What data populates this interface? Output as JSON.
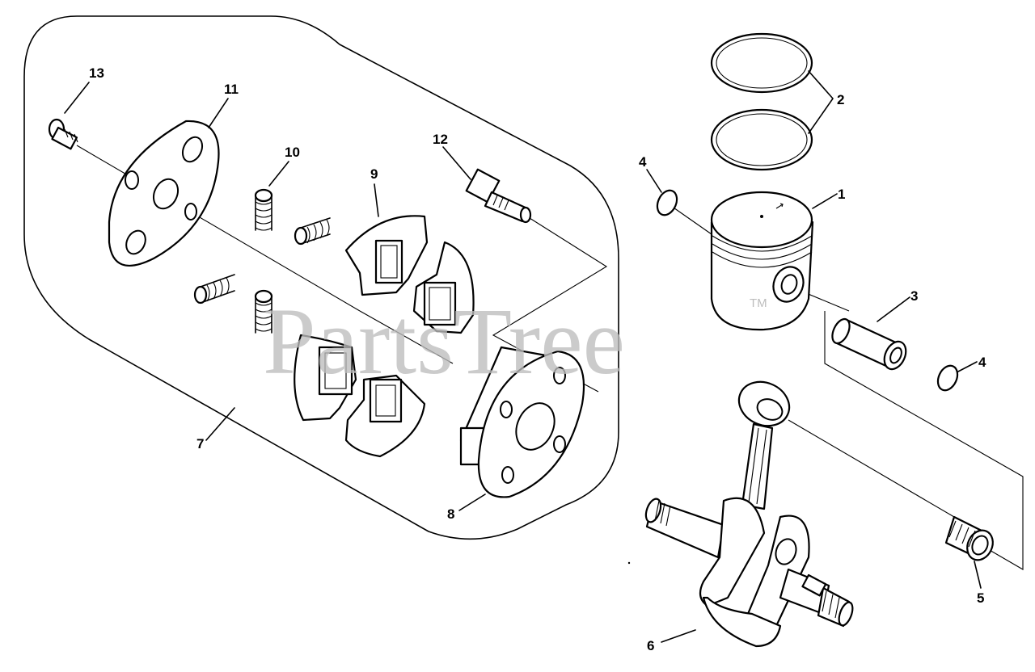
{
  "watermark": {
    "text": "PartsTree",
    "trademark": "TM"
  },
  "callouts": [
    {
      "id": "1",
      "label": "1"
    },
    {
      "id": "2",
      "label": "2"
    },
    {
      "id": "3",
      "label": "3"
    },
    {
      "id": "4a",
      "label": "4"
    },
    {
      "id": "4b",
      "label": "4"
    },
    {
      "id": "5",
      "label": "5"
    },
    {
      "id": "6",
      "label": "6"
    },
    {
      "id": "7",
      "label": "7"
    },
    {
      "id": "8",
      "label": "8"
    },
    {
      "id": "9",
      "label": "9"
    },
    {
      "id": "10",
      "label": "10"
    },
    {
      "id": "11",
      "label": "11"
    },
    {
      "id": "12",
      "label": "12"
    },
    {
      "id": "13",
      "label": "13"
    }
  ]
}
